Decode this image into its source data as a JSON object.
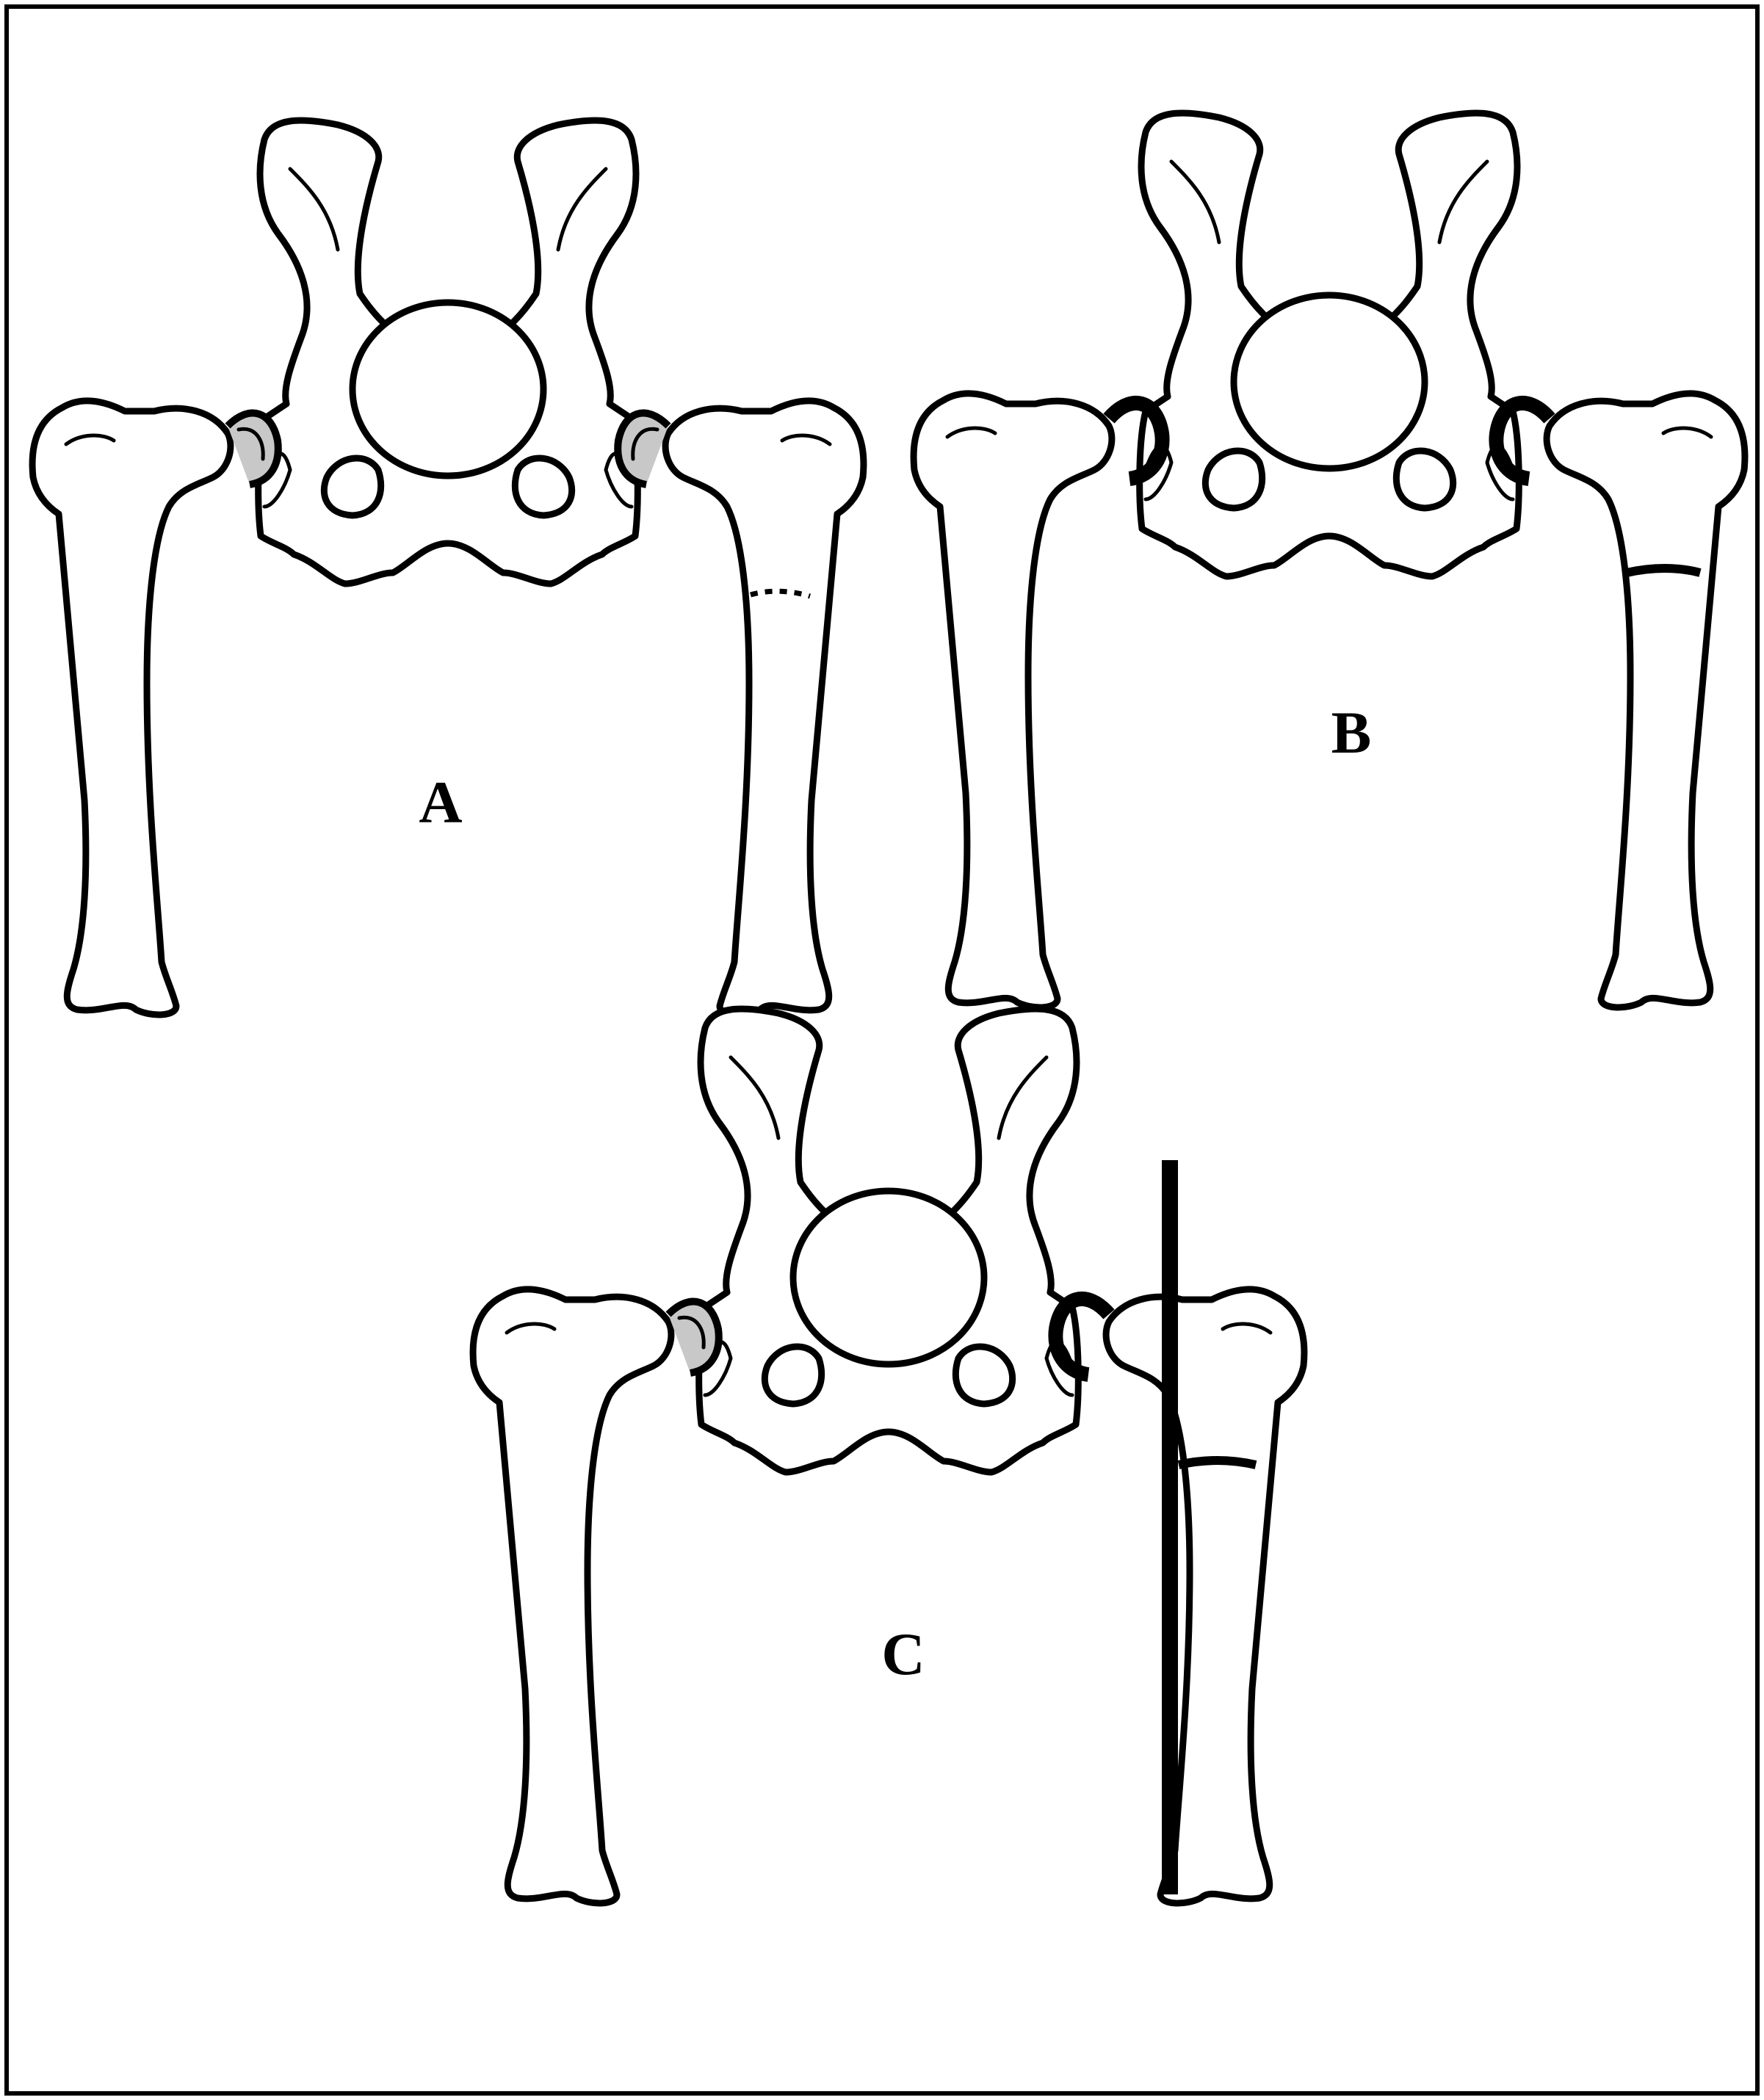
{
  "colors": {
    "line": "#000000",
    "background": "#ffffff",
    "cartilage_shading": "#c8c8c8"
  },
  "panels": [
    {
      "id": "A",
      "label": "A",
      "variant": "osteotomy-marked",
      "left_joint": "shaded",
      "right_joint": "shaded",
      "femur_cut": "dotted",
      "pin": false
    },
    {
      "id": "B",
      "label": "B",
      "variant": "femur-sectioned",
      "left_joint": "dark",
      "right_joint": "dark",
      "femur_cut": "solid",
      "pin": false
    },
    {
      "id": "C",
      "label": "C",
      "variant": "intramedullary-pin",
      "left_joint": "shaded",
      "right_joint": "dark",
      "femur_cut": "solid",
      "pin": true
    }
  ]
}
